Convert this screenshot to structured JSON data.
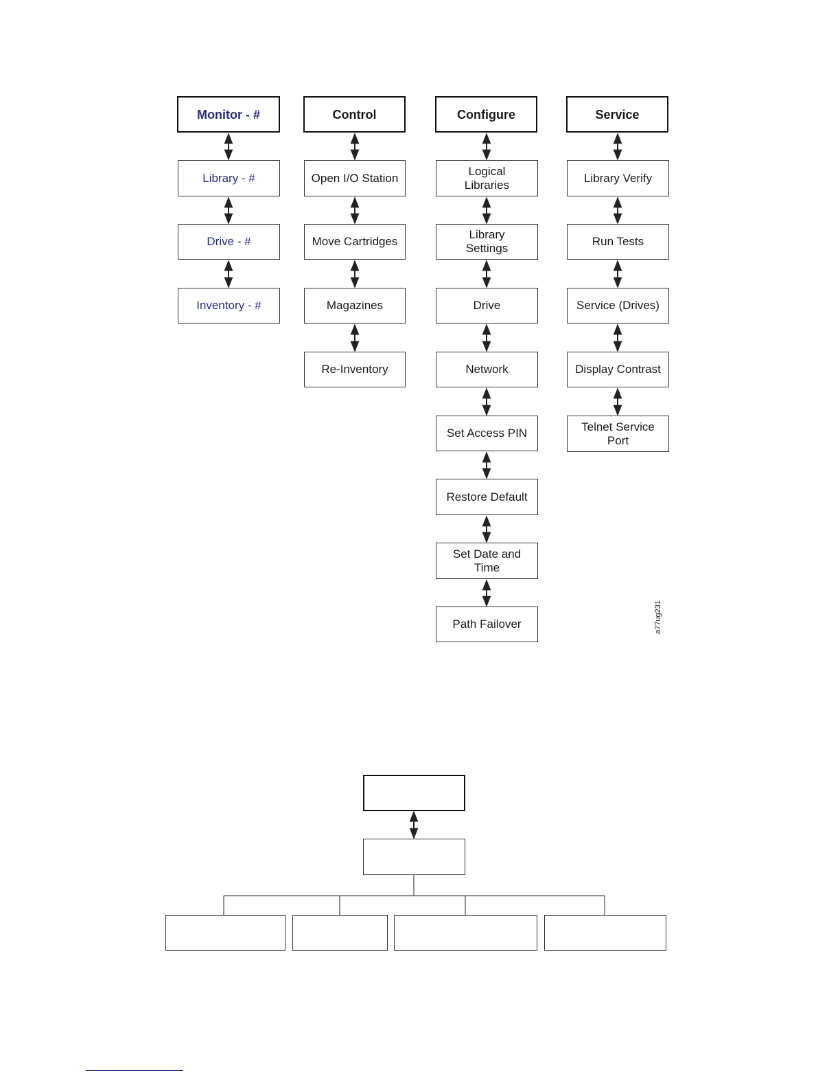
{
  "menu": {
    "monitor": {
      "title": "Monitor - #",
      "items": [
        "Library - #",
        "Drive - #",
        "Inventory - #"
      ]
    },
    "control": {
      "title": "Control",
      "items": [
        "Open I/O Station",
        "Move Cartridges",
        "Magazines",
        "Re-Inventory"
      ]
    },
    "configure": {
      "title": "Configure",
      "items": [
        "Logical\nLibraries",
        "Library\nSettings",
        "Drive",
        "Network",
        "Set Access PIN",
        "Restore Default",
        "Set Date and\nTime",
        "Path Failover"
      ]
    },
    "service": {
      "title": "Service",
      "items": [
        "Library Verify",
        "Run Tests",
        "Service (Drives)",
        "Display Contrast",
        "Telnet Service\nPort"
      ]
    }
  },
  "figure_id": "a77ug231",
  "colors": {
    "link_blue": "#2b2c7f",
    "line": "#222222"
  }
}
